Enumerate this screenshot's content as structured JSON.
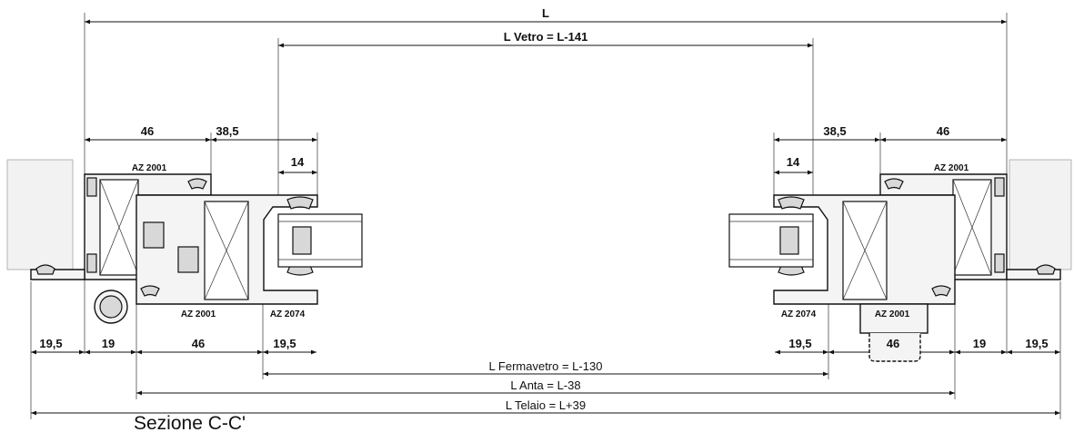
{
  "title": "Sezione C-C'",
  "dimensions": {
    "overall": "L",
    "glass": "L Vetro = L-141",
    "bead": "L Fermavetro = L-130",
    "sash": "L Anta = L-38",
    "frame": "L Telaio = L+39",
    "left_46_top": "46",
    "left_38_5": "38,5",
    "left_14": "14",
    "right_38_5": "38,5",
    "right_46_top": "46",
    "right_14": "14",
    "bottom_left_19_5": "19,5",
    "bottom_left_19": "19",
    "bottom_left_46": "46",
    "bottom_left_19_5_b": "19,5",
    "bottom_right_19_5_b": "19,5",
    "bottom_right_46": "46",
    "bottom_right_19": "19",
    "bottom_right_19_5": "19,5"
  },
  "profile_codes": {
    "left_frame_top": "AZ 2001",
    "left_sash_bottom": "AZ 2001",
    "left_bead": "AZ 2074",
    "right_frame_top": "AZ 2001",
    "right_sash_bottom": "AZ 2001",
    "right_bead": "AZ 2074"
  }
}
